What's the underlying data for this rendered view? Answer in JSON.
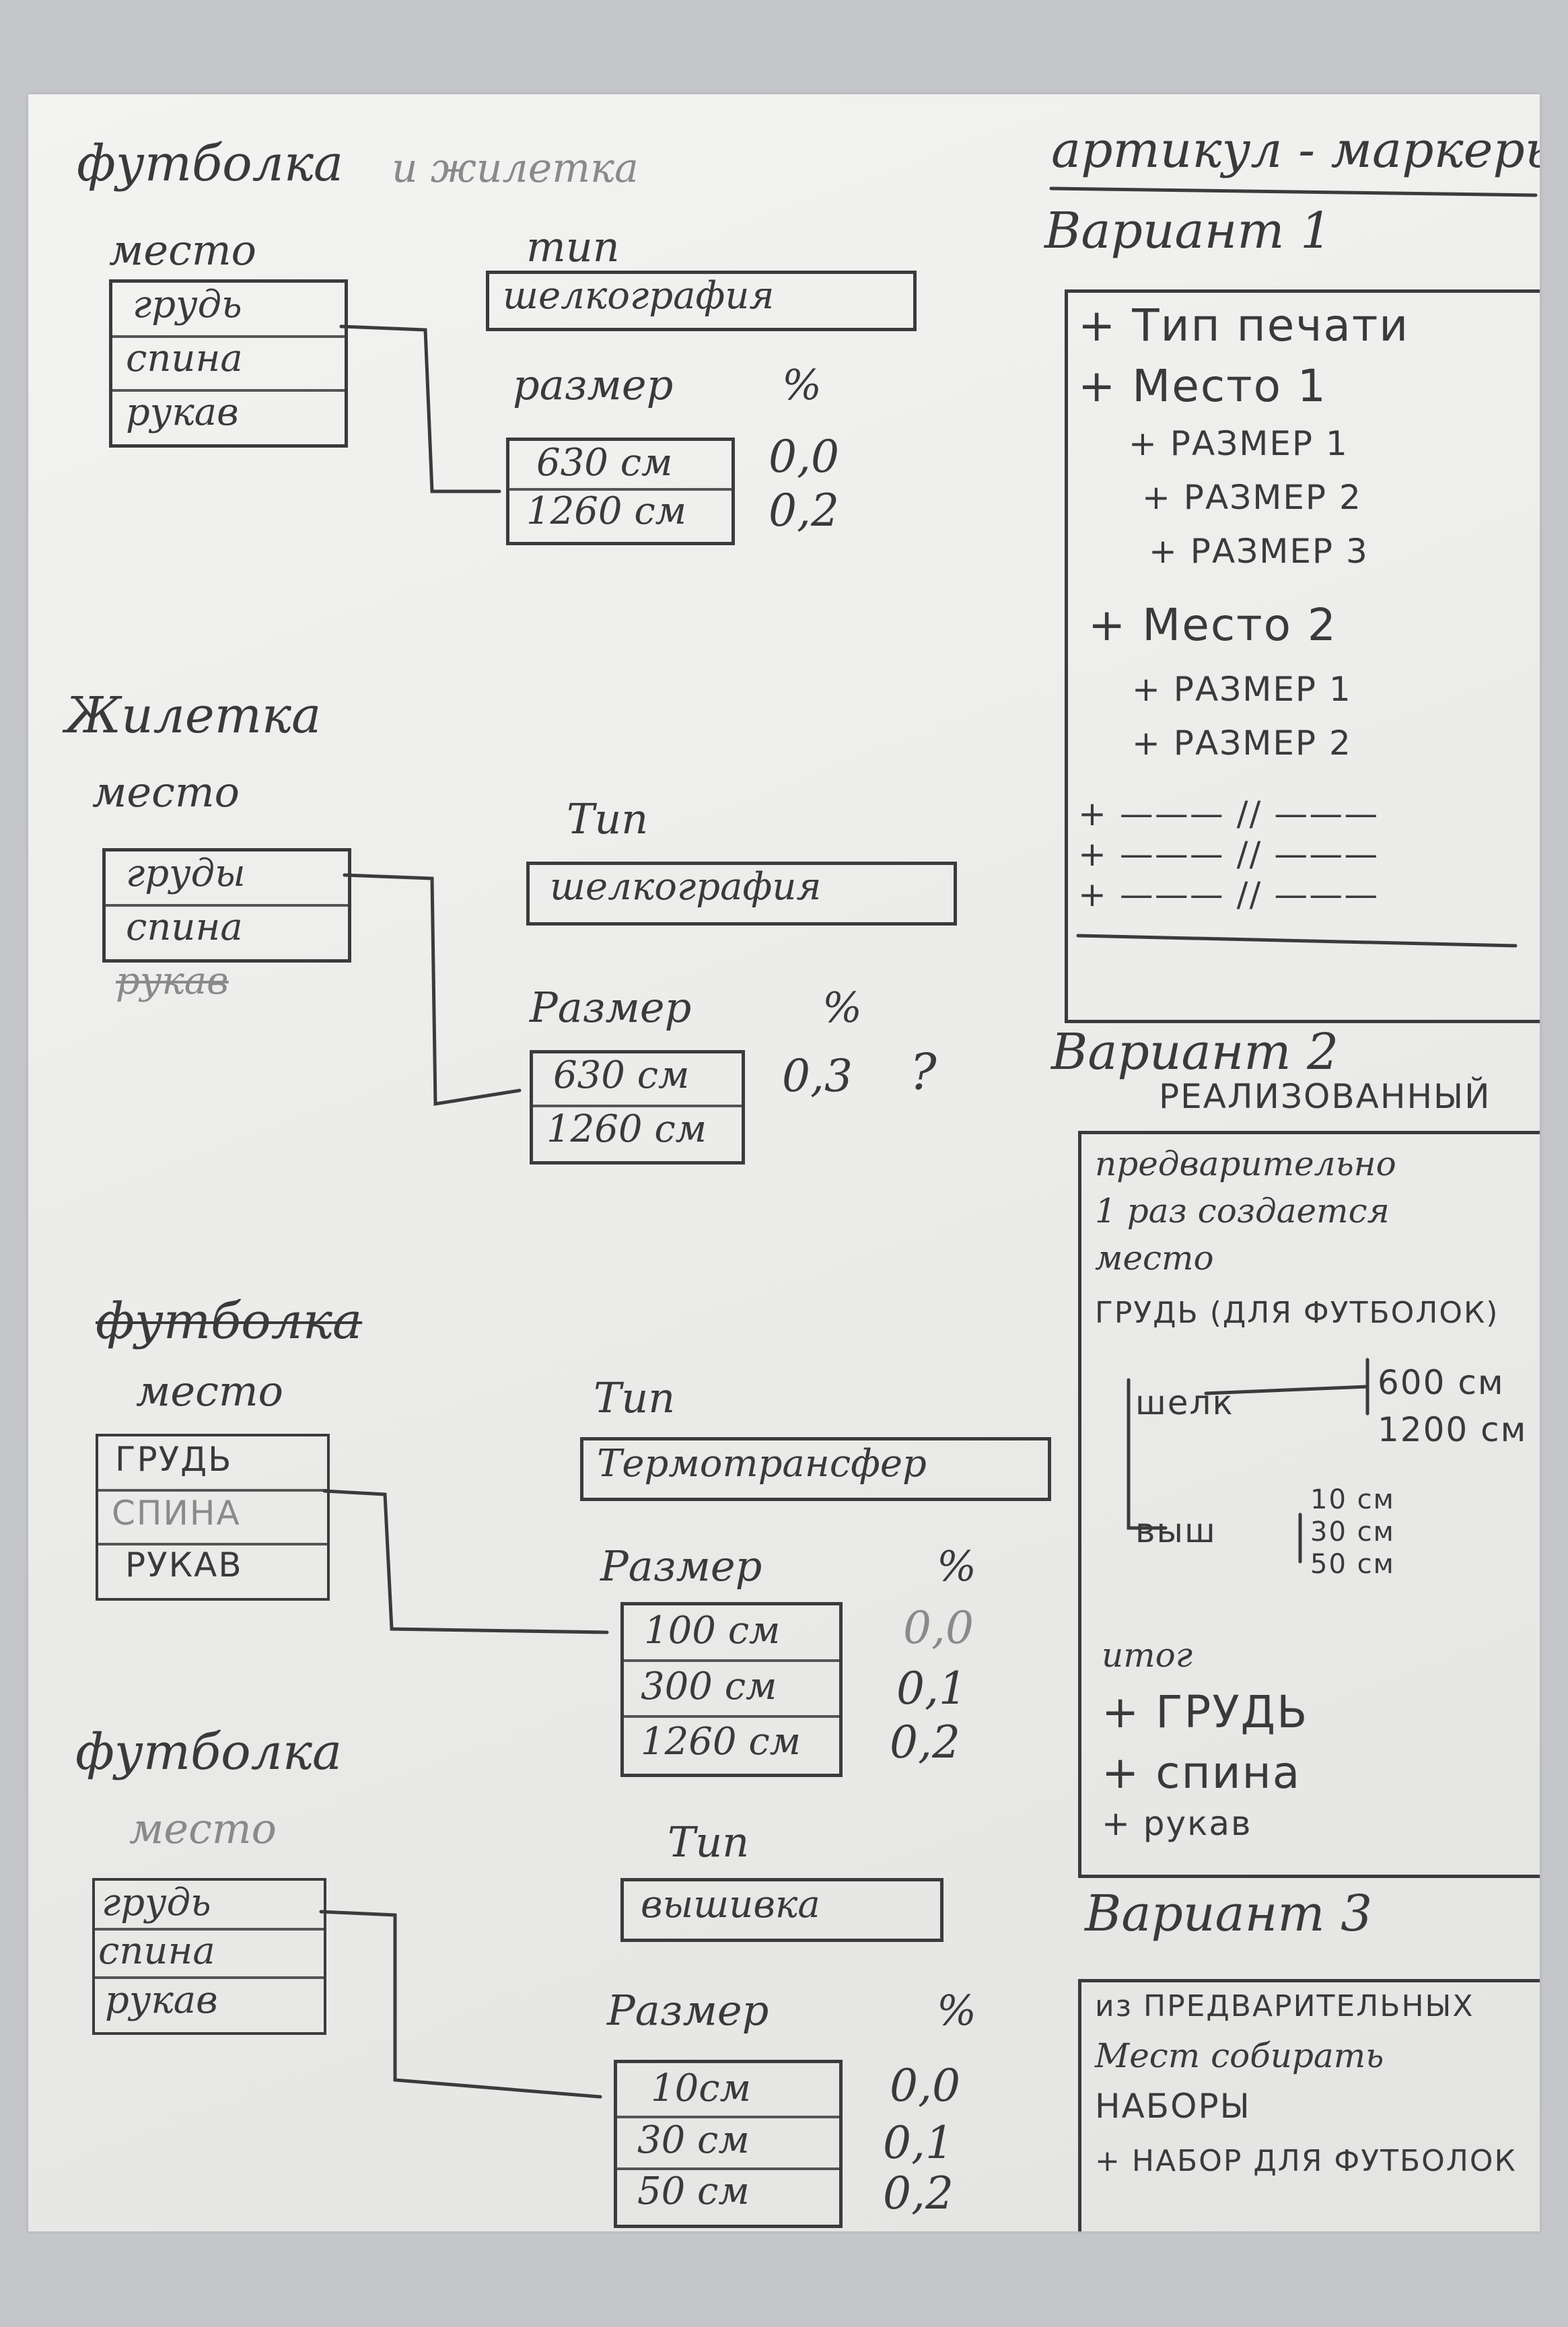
{
  "sheet": {
    "section1": {
      "title": "футболка",
      "title_faded": "и жилетка",
      "place_label": "место",
      "places": [
        "грудь",
        "спина",
        "рукав"
      ],
      "type_label": "тип",
      "type_value": "шелкография",
      "size_label": "размер",
      "percent_label": "%",
      "sizes": [
        {
          "size": "630 см",
          "pct": "0,0"
        },
        {
          "size": "1260 см",
          "pct": "0,2"
        }
      ]
    },
    "section2": {
      "title": "Жилетка",
      "place_label": "место",
      "places": [
        "груды",
        "спина",
        "рукав"
      ],
      "type_label": "Тип",
      "type_value": "шелкография",
      "size_label": "Размер",
      "percent_label": "%",
      "sizes": [
        {
          "size": "630 см",
          "pct": "0,3"
        },
        {
          "size": "1260 см",
          "pct": ""
        }
      ],
      "question": "?"
    },
    "section3": {
      "title": "футболка",
      "place_label": "место",
      "places": [
        "ГРУДЬ",
        "СПИНА",
        "РУКАВ"
      ],
      "type_label": "Тип",
      "type_value": "Термотрансфер",
      "size_label": "Размер",
      "percent_label": "%",
      "sizes": [
        {
          "size": "100 см",
          "pct": "0,0"
        },
        {
          "size": "300 см",
          "pct": "0,1"
        },
        {
          "size": "1260 см",
          "pct": "0,2"
        }
      ]
    },
    "section4": {
      "title": "футболка",
      "place_label": "место",
      "places": [
        "грудь",
        "спина",
        "рукав"
      ],
      "type_label": "Тип",
      "type_value": "вышивка",
      "size_label": "Размер",
      "percent_label": "%",
      "sizes": [
        {
          "size": "10см",
          "pct": "0,0"
        },
        {
          "size": "30 см",
          "pct": "0,1"
        },
        {
          "size": "50 см",
          "pct": "0,2"
        }
      ]
    },
    "right": {
      "title": "артикул - маркеры",
      "variant1": {
        "title": "Вариант 1",
        "lines": [
          "+ Тип печати",
          "+ Место 1",
          "+ РАЗМЕР 1",
          "+ РАЗМЕР 2",
          "+ РАЗМЕР 3",
          "+ Место 2",
          "+ РАЗМЕР 1",
          "+ РАЗМЕР 2"
        ],
        "dashes": [
          "+ ——— // ———",
          "+ ——— // ———",
          "+ ——— // ———"
        ]
      },
      "variant2": {
        "title": "Вариант 2",
        "subtitle": "РЕАЛИЗОВАННЫЙ",
        "desc": [
          "предварительно",
          "1 раз создается",
          "место"
        ],
        "place": "ГРУДЬ (ДЛЯ ФУТБОЛОК)",
        "silk": "шелк",
        "silk_sizes": [
          "600 см",
          "1200 см"
        ],
        "embr": "выш",
        "embr_sizes": [
          "10 см",
          "30 см",
          "50 см"
        ],
        "total_label": "итог",
        "total": [
          "+ ГРУДЬ",
          "+ спина",
          "+ рукав"
        ]
      },
      "variant3": {
        "title": "Вариант 3",
        "lines": [
          "из ПРЕДВАРИТЕЛЬНЫХ",
          "Мест собирать",
          "НАБОРЫ",
          "+ НАБОР ДЛЯ ФУТБОЛОК"
        ]
      }
    }
  }
}
